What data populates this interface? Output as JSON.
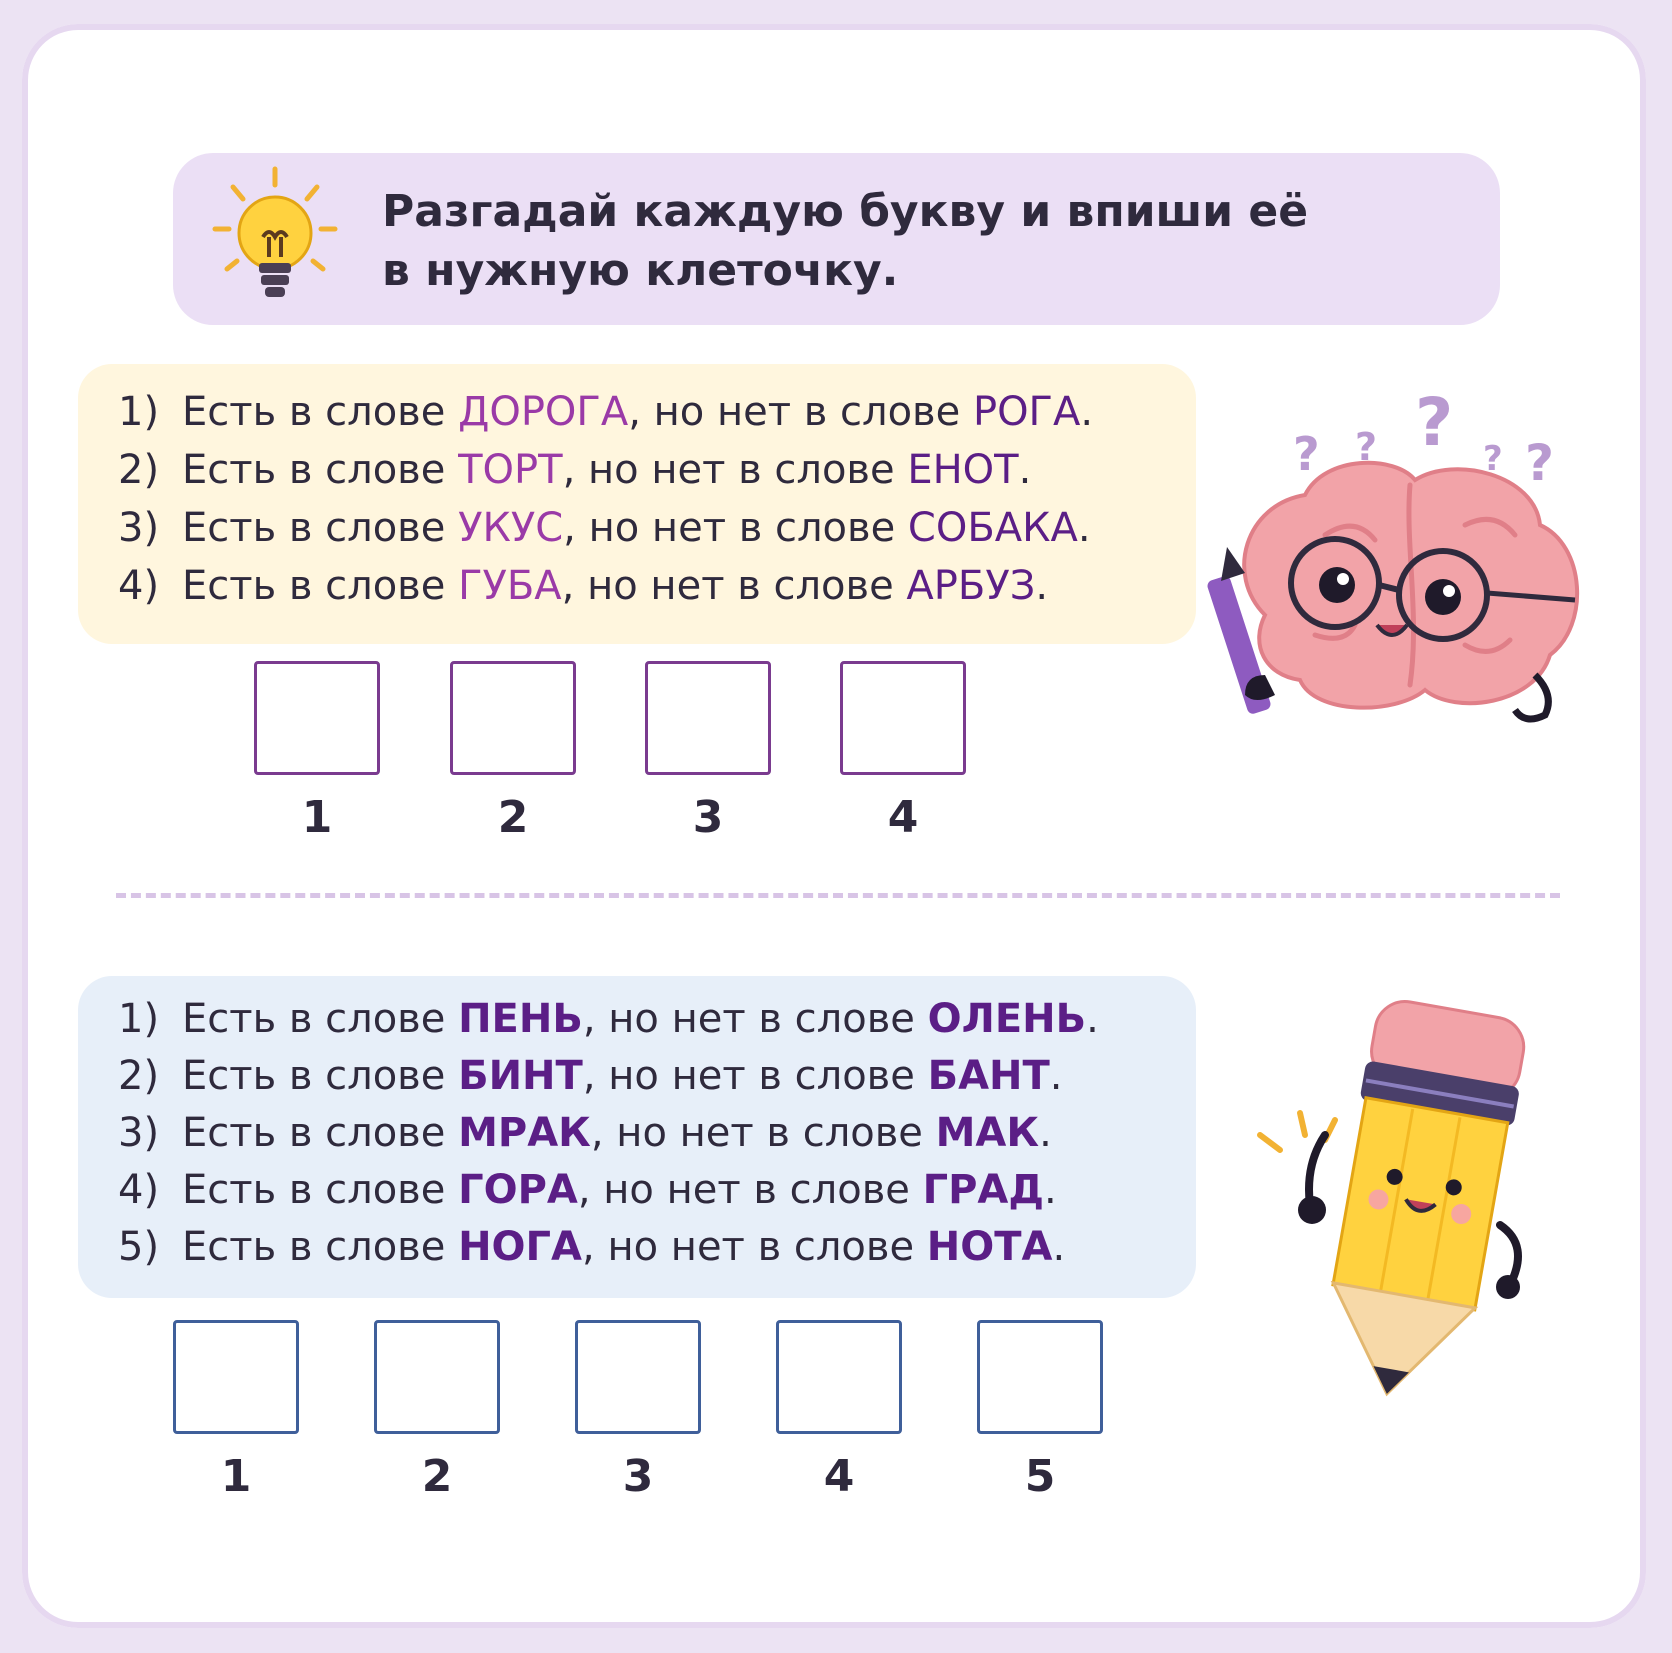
{
  "instruction": {
    "text": "Разгадай каждую букву и впиши её\nв нужную клеточку."
  },
  "puzzle1": {
    "clues": [
      {
        "num": "1)",
        "lead": "Есть в слове ",
        "word1": "ДОРОГА",
        "mid": ", но нет в слове ",
        "word2": "РОГА",
        "end": "."
      },
      {
        "num": "2)",
        "lead": "Есть в слове ",
        "word1": "ТОРТ",
        "mid": ", но нет в слове ",
        "word2": "ЕНОТ",
        "end": "."
      },
      {
        "num": "3)",
        "lead": "Есть в слове ",
        "word1": "УКУС",
        "mid": ", но нет в слове ",
        "word2": "СОБАКА",
        "end": "."
      },
      {
        "num": "4)",
        "lead": "Есть в слове ",
        "word1": "ГУБА",
        "mid": ", но нет в слове ",
        "word2": "АРБУЗ",
        "end": "."
      }
    ],
    "cells": [
      "1",
      "2",
      "3",
      "4"
    ]
  },
  "puzzle2": {
    "clues": [
      {
        "num": "1)",
        "lead": "Есть в слове ",
        "word1": "ПЕНЬ",
        "mid": ", но нет в слове ",
        "word2": "ОЛЕНЬ",
        "end": "."
      },
      {
        "num": "2)",
        "lead": "Есть в слове ",
        "word1": "БИНТ",
        "mid": ", но нет в слове ",
        "word2": "БАНТ",
        "end": "."
      },
      {
        "num": "3)",
        "lead": "Есть в слове ",
        "word1": "МРАК",
        "mid": ", но нет в слове ",
        "word2": "МАК",
        "end": "."
      },
      {
        "num": "4)",
        "lead": "Есть в слове ",
        "word1": "ГОРА",
        "mid": ", но нет в слове ",
        "word2": "ГРАД",
        "end": "."
      },
      {
        "num": "5)",
        "lead": "Есть в слове ",
        "word1": "НОГА",
        "mid": ", но нет в слове ",
        "word2": "НОТА",
        "end": "."
      }
    ],
    "cells": [
      "1",
      "2",
      "3",
      "4",
      "5"
    ]
  },
  "colors": {
    "accent_purple": "#9a3aa7",
    "dark_purple": "#5b1e86",
    "yellow_panel": "#fff6de",
    "blue_panel": "#e7eff9",
    "instruction_panel": "#ebdff5"
  },
  "decorations": {
    "bulb": "lightbulb-icon",
    "brain": "brain-character",
    "pencil": "pencil-character"
  }
}
